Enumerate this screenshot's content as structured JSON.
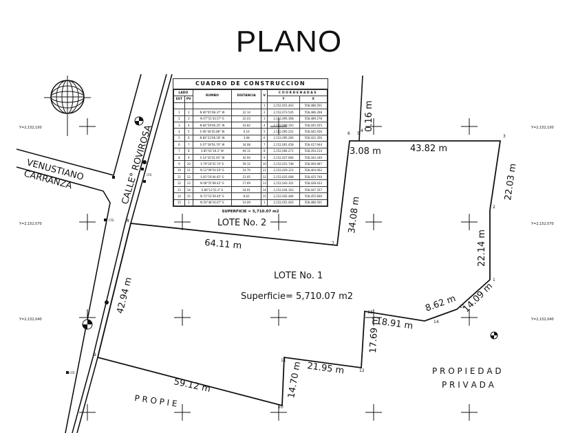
{
  "title": "PLANO",
  "table": {
    "title": "CUADRO DE CONSTRUCCION",
    "headers": {
      "lado": "LADO",
      "est": "EST",
      "pv": "PV",
      "rumbo": "RUMBO",
      "distancia": "DISTANCIA",
      "v": "V",
      "coordenadas": "C O O R D E N A D A S",
      "y": "Y",
      "x": "X"
    },
    "initial": {
      "v": "1",
      "y": "2,152,051.403",
      "x": "558,486.501"
    },
    "rows": [
      {
        "est": "1",
        "pv": "2",
        "rumbo": "N 00°05'08.37\" W",
        "dist": "22.14",
        "v": "2",
        "y": "2,152,073.545",
        "x": "558,486.268"
      },
      {
        "est": "2",
        "pv": "3",
        "rumbo": "N 07°51'43.57\" E",
        "dist": "22.03",
        "v": "3",
        "y": "2,152,095.368",
        "x": "558,489.278"
      },
      {
        "est": "3",
        "pv": "4",
        "rumbo": "N 84°59'06.25\" W",
        "dist": "43.82",
        "v": "4",
        "y": "2,152,099.193",
        "x": "558,445.455"
      },
      {
        "est": "4",
        "pv": "5",
        "rumbo": "S 06°44'45.86\" W",
        "dist": "0.16",
        "v": "5",
        "y": "2,152,095.252",
        "x": "558,445.456"
      },
      {
        "est": "5",
        "pv": "6",
        "rumbo": "N 84°22'06.18\" W",
        "dist": "3.08",
        "v": "6",
        "y": "2,152,095.266",
        "x": "558,422.356"
      },
      {
        "est": "6",
        "pv": "7",
        "rumbo": "S 07°39'54.70\" W",
        "dist": "34.08",
        "v": "7",
        "y": "2,152,061.458",
        "x": "558,417.944"
      },
      {
        "est": "7",
        "pv": "8",
        "rumbo": "S 85°01'16.3\" W",
        "dist": "64.11",
        "v": "8",
        "y": "2,152,064.271",
        "x": "558,354.214"
      },
      {
        "est": "8",
        "pv": "9",
        "rumbo": "S 14°20'31.65\" W",
        "dist": "42.94",
        "v": "9",
        "y": "2,152,027.666",
        "x": "558,343.340"
      },
      {
        "est": "9",
        "pv": "10",
        "rumbo": "S 79°20'55.74\" E",
        "dist": "59.12",
        "v": "10",
        "y": "2,152,015.748",
        "x": "558,400.987"
      },
      {
        "est": "10",
        "pv": "11",
        "rumbo": "N 12°09'54.50\" E",
        "dist": "14.70",
        "v": "11",
        "y": "2,152,029.121",
        "x": "558,404.062"
      },
      {
        "est": "11",
        "pv": "12",
        "rumbo": "S 81°50'44.65\" E",
        "dist": "21.95",
        "v": "12",
        "y": "2,152,025.008",
        "x": "558,425.740"
      },
      {
        "est": "12",
        "pv": "13",
        "rumbo": "N 08°55'08.42\" E",
        "dist": "17.69",
        "v": "13",
        "y": "2,152,043.101",
        "x": "558,428.433"
      },
      {
        "est": "13",
        "pv": "14",
        "rumbo": "S 80°12'21.0\" E",
        "dist": "18.91",
        "v": "14",
        "y": "2,152,034.163",
        "x": "558,447.357"
      },
      {
        "est": "14",
        "pv": "15",
        "rumbo": "N 72°53'39.40\" E",
        "dist": "8.62",
        "v": "15",
        "y": "2,152,042.484",
        "x": "558,455.846"
      },
      {
        "est": "15",
        "pv": "1",
        "rumbo": "N 50°48'10.07\" E",
        "dist": "14.09",
        "v": "1",
        "y": "2,152,051.403",
        "x": "558,486.501"
      }
    ],
    "superficie": "SUPERFICIE = 5,710.07 m2"
  },
  "labels": {
    "lote1": "LOTE No. 1",
    "lote2": "LOTE No. 2",
    "superficie": "Superficie= 5,710.07 m2",
    "street1": "VENUSTIANO",
    "street2": "CARRANZA",
    "street3": "CALLE° ROVIROSA",
    "prop_privada1": "P R O P I E D A D",
    "prop_privada2": "P R I V A D A",
    "prop_bottom": "P R O P I E",
    "cfe": "CFE",
    "grid_y": [
      "Y=2,152,100",
      "Y=2,152,070",
      "Y=2,152,040"
    ]
  },
  "distances": [
    "43.82 m",
    "3.08 m",
    "0.16 m",
    "22.03 m",
    "34.08 m",
    "22.14 m",
    "64.11 m",
    "42.94 m",
    "59.12 m",
    "14.70 m",
    "21.95 m",
    "17.69 m",
    "18.91 m",
    "8.62 m",
    "14.09 m"
  ],
  "vertices": [
    "1",
    "2",
    "3",
    "4",
    "5",
    "6",
    "7",
    "8",
    "9",
    "10",
    "11",
    "12",
    "13",
    "14",
    "15"
  ]
}
